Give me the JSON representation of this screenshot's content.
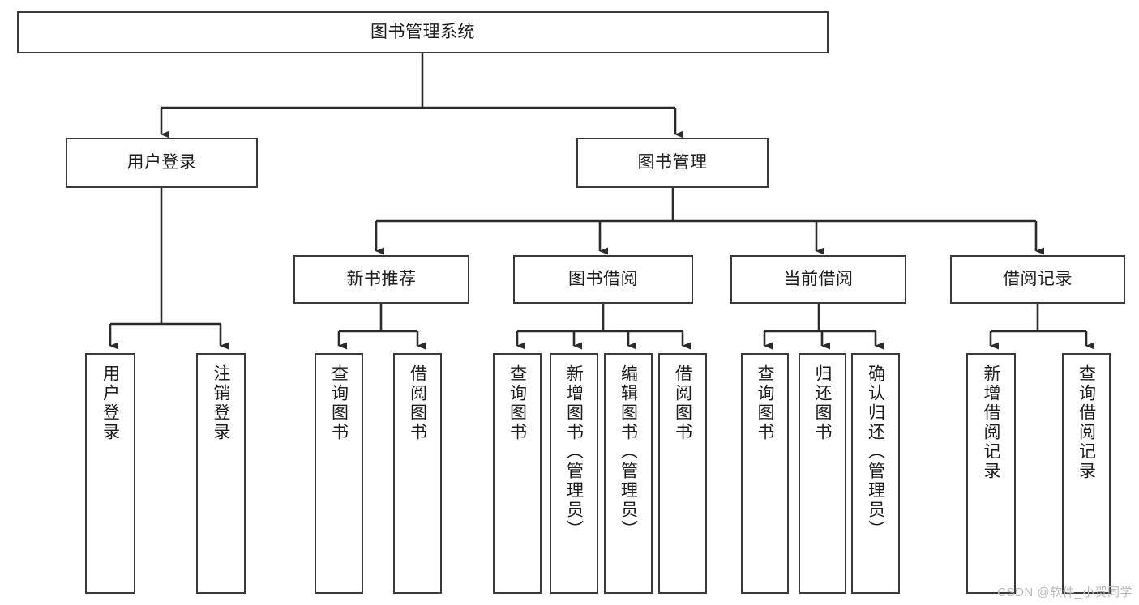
{
  "diagram": {
    "title": "图书管理系统",
    "watermark": "CSDN @软件_小贺同学",
    "colors": {
      "box_border": "#3a3a3a",
      "edge": "#2b2b2b",
      "background": "#ffffff",
      "text": "#1c1c1c",
      "watermark": "#b9b9b9"
    },
    "levels": {
      "root": {
        "label": "图书管理系统"
      },
      "level1": [
        {
          "label": "用户登录"
        },
        {
          "label": "图书管理"
        }
      ],
      "level2": [
        {
          "label": "新书推荐"
        },
        {
          "label": "图书借阅"
        },
        {
          "label": "当前借阅"
        },
        {
          "label": "借阅记录"
        }
      ],
      "level3": [
        {
          "label": "用户登录",
          "parent": "用户登录"
        },
        {
          "label": "注销登录",
          "parent": "用户登录"
        },
        {
          "label": "查询图书",
          "parent": "新书推荐"
        },
        {
          "label": "借阅图书",
          "parent": "新书推荐"
        },
        {
          "label": "查询图书",
          "parent": "图书借阅"
        },
        {
          "label": "新增图书（管理员）",
          "parent": "图书借阅"
        },
        {
          "label": "编辑图书（管理员）",
          "parent": "图书借阅"
        },
        {
          "label": "借阅图书",
          "parent": "图书借阅"
        },
        {
          "label": "查询图书",
          "parent": "当前借阅"
        },
        {
          "label": "归还图书",
          "parent": "当前借阅"
        },
        {
          "label": "确认归还（管理员）",
          "parent": "当前借阅"
        },
        {
          "label": "新增借阅记录",
          "parent": "借阅记录"
        },
        {
          "label": "查询借阅记录",
          "parent": "借阅记录"
        }
      ]
    }
  }
}
